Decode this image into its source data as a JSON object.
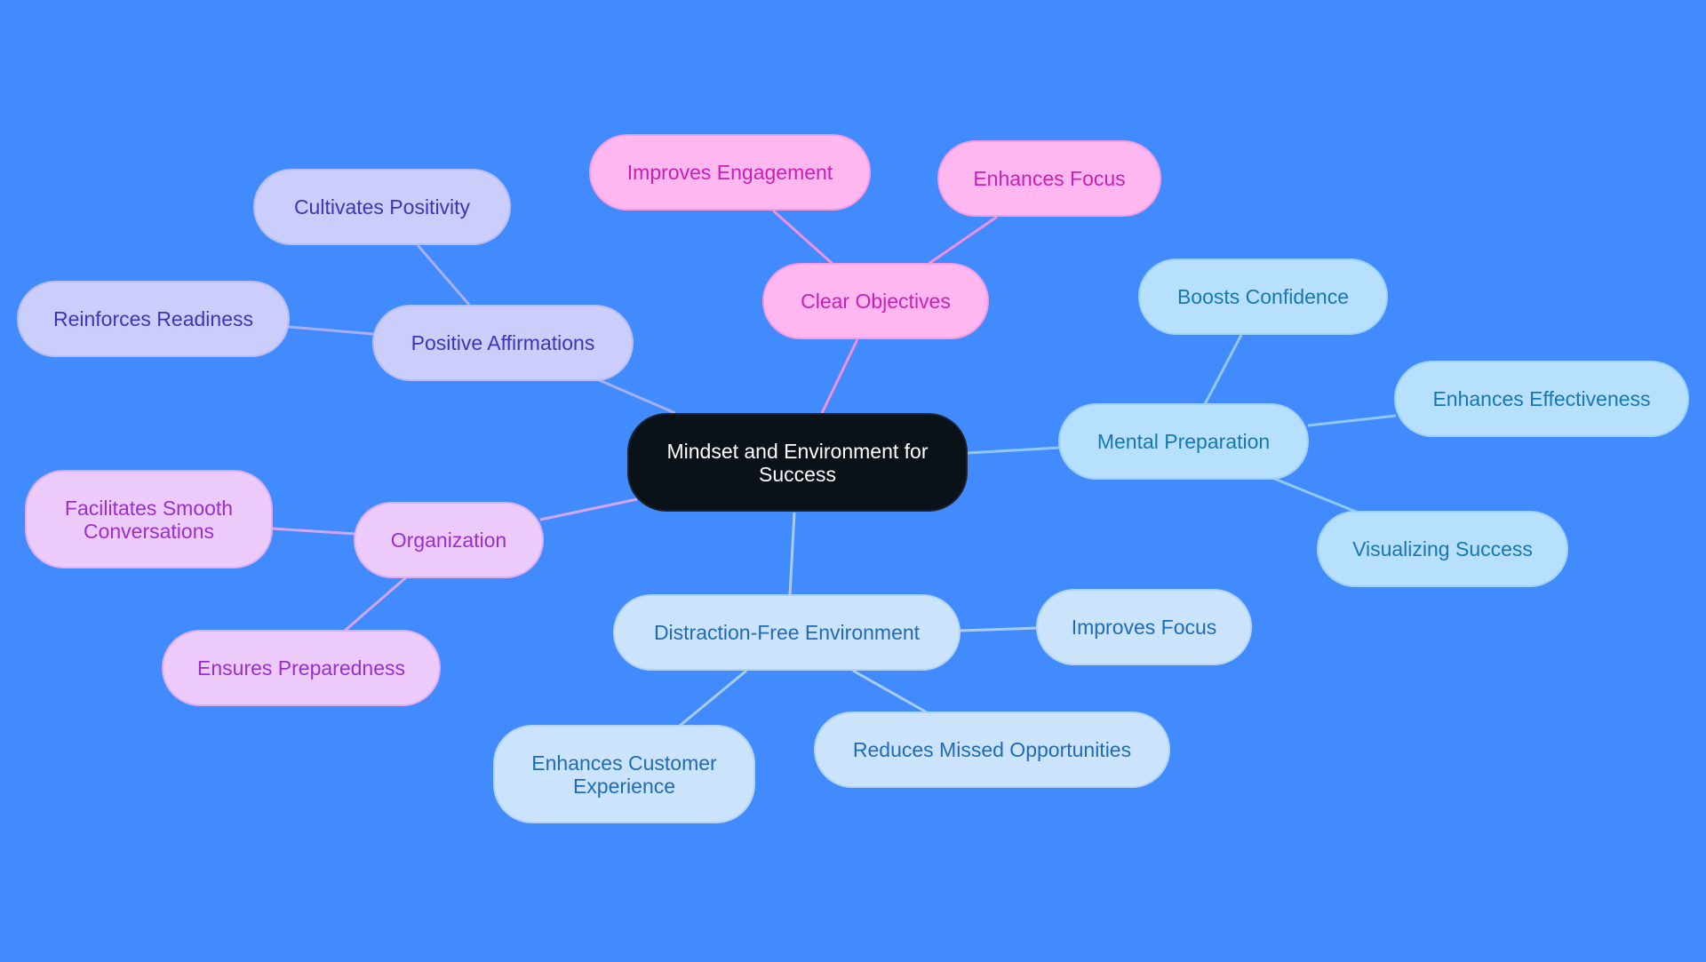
{
  "diagram": {
    "root": "Mindset and Environment for Success",
    "colors": {
      "background": "#418bff",
      "lavender_edge": "#a9b0f2",
      "pink_edge": "#f090e0",
      "sky_edge": "#92c8ef",
      "pale_edge": "#a9cdf2",
      "lilac_edge": "#d6a6f4"
    },
    "branches": {
      "positive_affirmations": {
        "label": "Positive Affirmations",
        "children": [
          "Cultivates Positivity",
          "Reinforces Readiness"
        ]
      },
      "clear_objectives": {
        "label": "Clear Objectives",
        "children": [
          "Improves Engagement",
          "Enhances Focus"
        ]
      },
      "mental_preparation": {
        "label": "Mental Preparation",
        "children": [
          "Boosts Confidence",
          "Enhances Effectiveness",
          "Visualizing Success"
        ]
      },
      "organization": {
        "label": "Organization",
        "children": [
          "Facilitates Smooth Conversations",
          "Ensures Preparedness"
        ]
      },
      "distraction_free": {
        "label": "Distraction-Free Environment",
        "children": [
          "Improves Focus",
          "Reduces Missed Opportunities",
          "Enhances Customer Experience"
        ]
      }
    }
  }
}
